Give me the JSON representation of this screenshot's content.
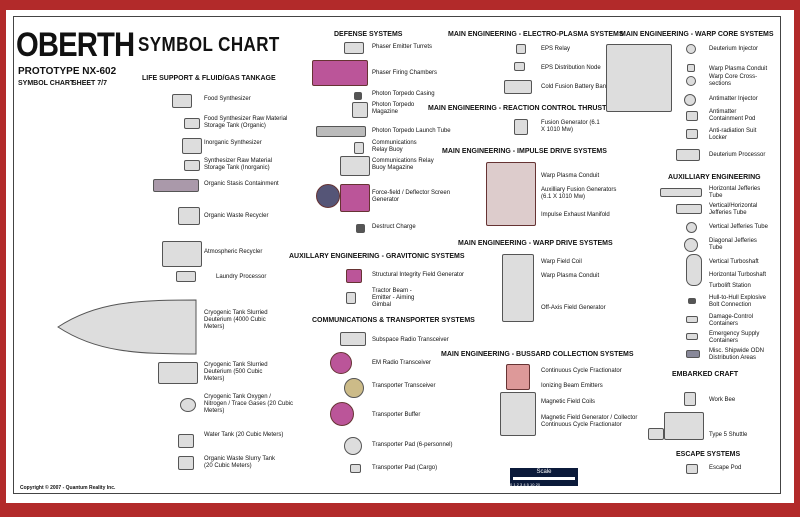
{
  "title": "OBERTH",
  "prototype": "PROTOTYPE  NX-602",
  "subtitle_left": "SYMBOL CHART",
  "subtitle_right": "SHEET 7/7",
  "chart_title": "SYMBOL CHART",
  "copyright": "Copyright © 2007 - Quantum Reality Inc.",
  "scale": {
    "label": "Scale",
    "ticks": "0 1 2 3 4 5      10      20"
  },
  "life_support": {
    "heading": "LIFE SUPPORT & FLUID/GAS TANKAGE",
    "items": [
      "Food Synthesizer",
      "Food Synthesizer Raw Material Storage Tank (Organic)",
      "Inorganic Synthesizer",
      "Synthesizer Raw Material Storage Tank (Inorganic)",
      "Organic Stasis Containment",
      "Organic Waste Recycler",
      "Atmospheric Recycler",
      "Laundry Processor",
      "Cryogenic Tank Slurried Deuterium (4000 Cubic Meters)",
      "Cryogenic Tank Slurried Deuterium (500 Cubic Meters)",
      "Cryogenic Tank Oxygen / Nitrogen / Trace Gases (20 Cubic Meters)",
      "Water Tank (20 Cubic Meters)",
      "Organic Waste Slurry Tank (20 Cubic Meters)"
    ]
  },
  "defense": {
    "heading": "DEFENSE SYSTEMS",
    "items": [
      "Phaser Emitter Turrets",
      "Phaser Firing Chambers",
      "Photon Torpedo Casing",
      "Photon Torpedo Magazine",
      "Photon Torpedo Launch Tube",
      "Communications Relay Buoy",
      "Communications Relay Buoy Magazine",
      "Force-field / Deflector Screen Generator",
      "Destruct Charge"
    ]
  },
  "gravitonic": {
    "heading": "AUXILLARY ENGINEERING - GRAVITONIC SYSTEMS",
    "items": [
      "Structural Integrity Field Generator",
      "Tractor Beam - Emitter - Aiming Gimbal"
    ]
  },
  "comms": {
    "heading": "COMMUNICATIONS & TRANSPORTER SYSTEMS",
    "items": [
      "Subspace Radio Transceiver",
      "EM Radio Transceiver",
      "Transporter Transceiver",
      "Transporter Buffer",
      "Transporter Pad  (6-personnel)",
      "Transporter Pad  (Cargo)"
    ]
  },
  "electro_plasma": {
    "heading": "MAIN ENGINEERING - ELECTRO-PLASMA SYSTEMS",
    "items": [
      "EPS Relay",
      "EPS Distribution Node",
      "Cold Fusion Battery Bank"
    ]
  },
  "rcs": {
    "heading": "MAIN ENGINEERING - REACTION CONTROL THRUSTER",
    "items": [
      "Fusion Generator (6.1 X 1010 Mw)"
    ]
  },
  "impulse": {
    "heading": "MAIN ENGINEERING - IMPULSE DRIVE SYSTEMS",
    "items": [
      "Warp Plasma Conduit",
      "Auxilliary Fusion Generators (6.1 X 1010 Mw)",
      "Impulse Exhaust Manifold"
    ]
  },
  "warp_drive": {
    "heading": "MAIN ENGINEERING - WARP DRIVE SYSTEMS",
    "items": [
      "Warp Field Coil",
      "Warp Plasma Conduit",
      "Off-Axis Field Generator"
    ]
  },
  "bussard": {
    "heading": "MAIN ENGINEERING - BUSSARD COLLECTION SYSTEMS",
    "items": [
      "Continuous Cycle Fractionator",
      "Ionizing Beam Emitters",
      "Magnetic Field Coils",
      "Magnetic Field Generator / Collector Continuous Cycle Fractionator"
    ]
  },
  "warp_core": {
    "heading": "MAIN ENGINEERING - WARP CORE SYSTEMS",
    "items": [
      "Deuterium Injector",
      "Warp Plasma Conduit",
      "Warp Core Cross-sections",
      "Antimatter Injector",
      "Antimatter Containment Pod",
      "Anti-radiation Suit Locker",
      "Deuterium Processor"
    ]
  },
  "aux_eng": {
    "heading": "AUXILLIARY ENGINEERING",
    "items": [
      "Horizontal Jefferies Tube",
      "Vertical/Horizontal Jefferies Tube",
      "Vertical Jefferies Tube",
      "Diagonal Jefferies Tube",
      "Vertical Turboshaft",
      "Horizontal Turboshaft",
      "Turbolift Station",
      "Hull-to-Hull Explosive Bolt Connection",
      "Damage-Control Containers",
      "Emergency Supply Containers",
      "Misc. Shipwide ODN Distribution Areas"
    ]
  },
  "embarked": {
    "heading": "EMBARKED CRAFT",
    "items": [
      "Work Bee",
      "Type 5 Shuttle"
    ]
  },
  "escape": {
    "heading": "ESCAPE SYSTEMS",
    "items": [
      "Escape Pod"
    ]
  }
}
